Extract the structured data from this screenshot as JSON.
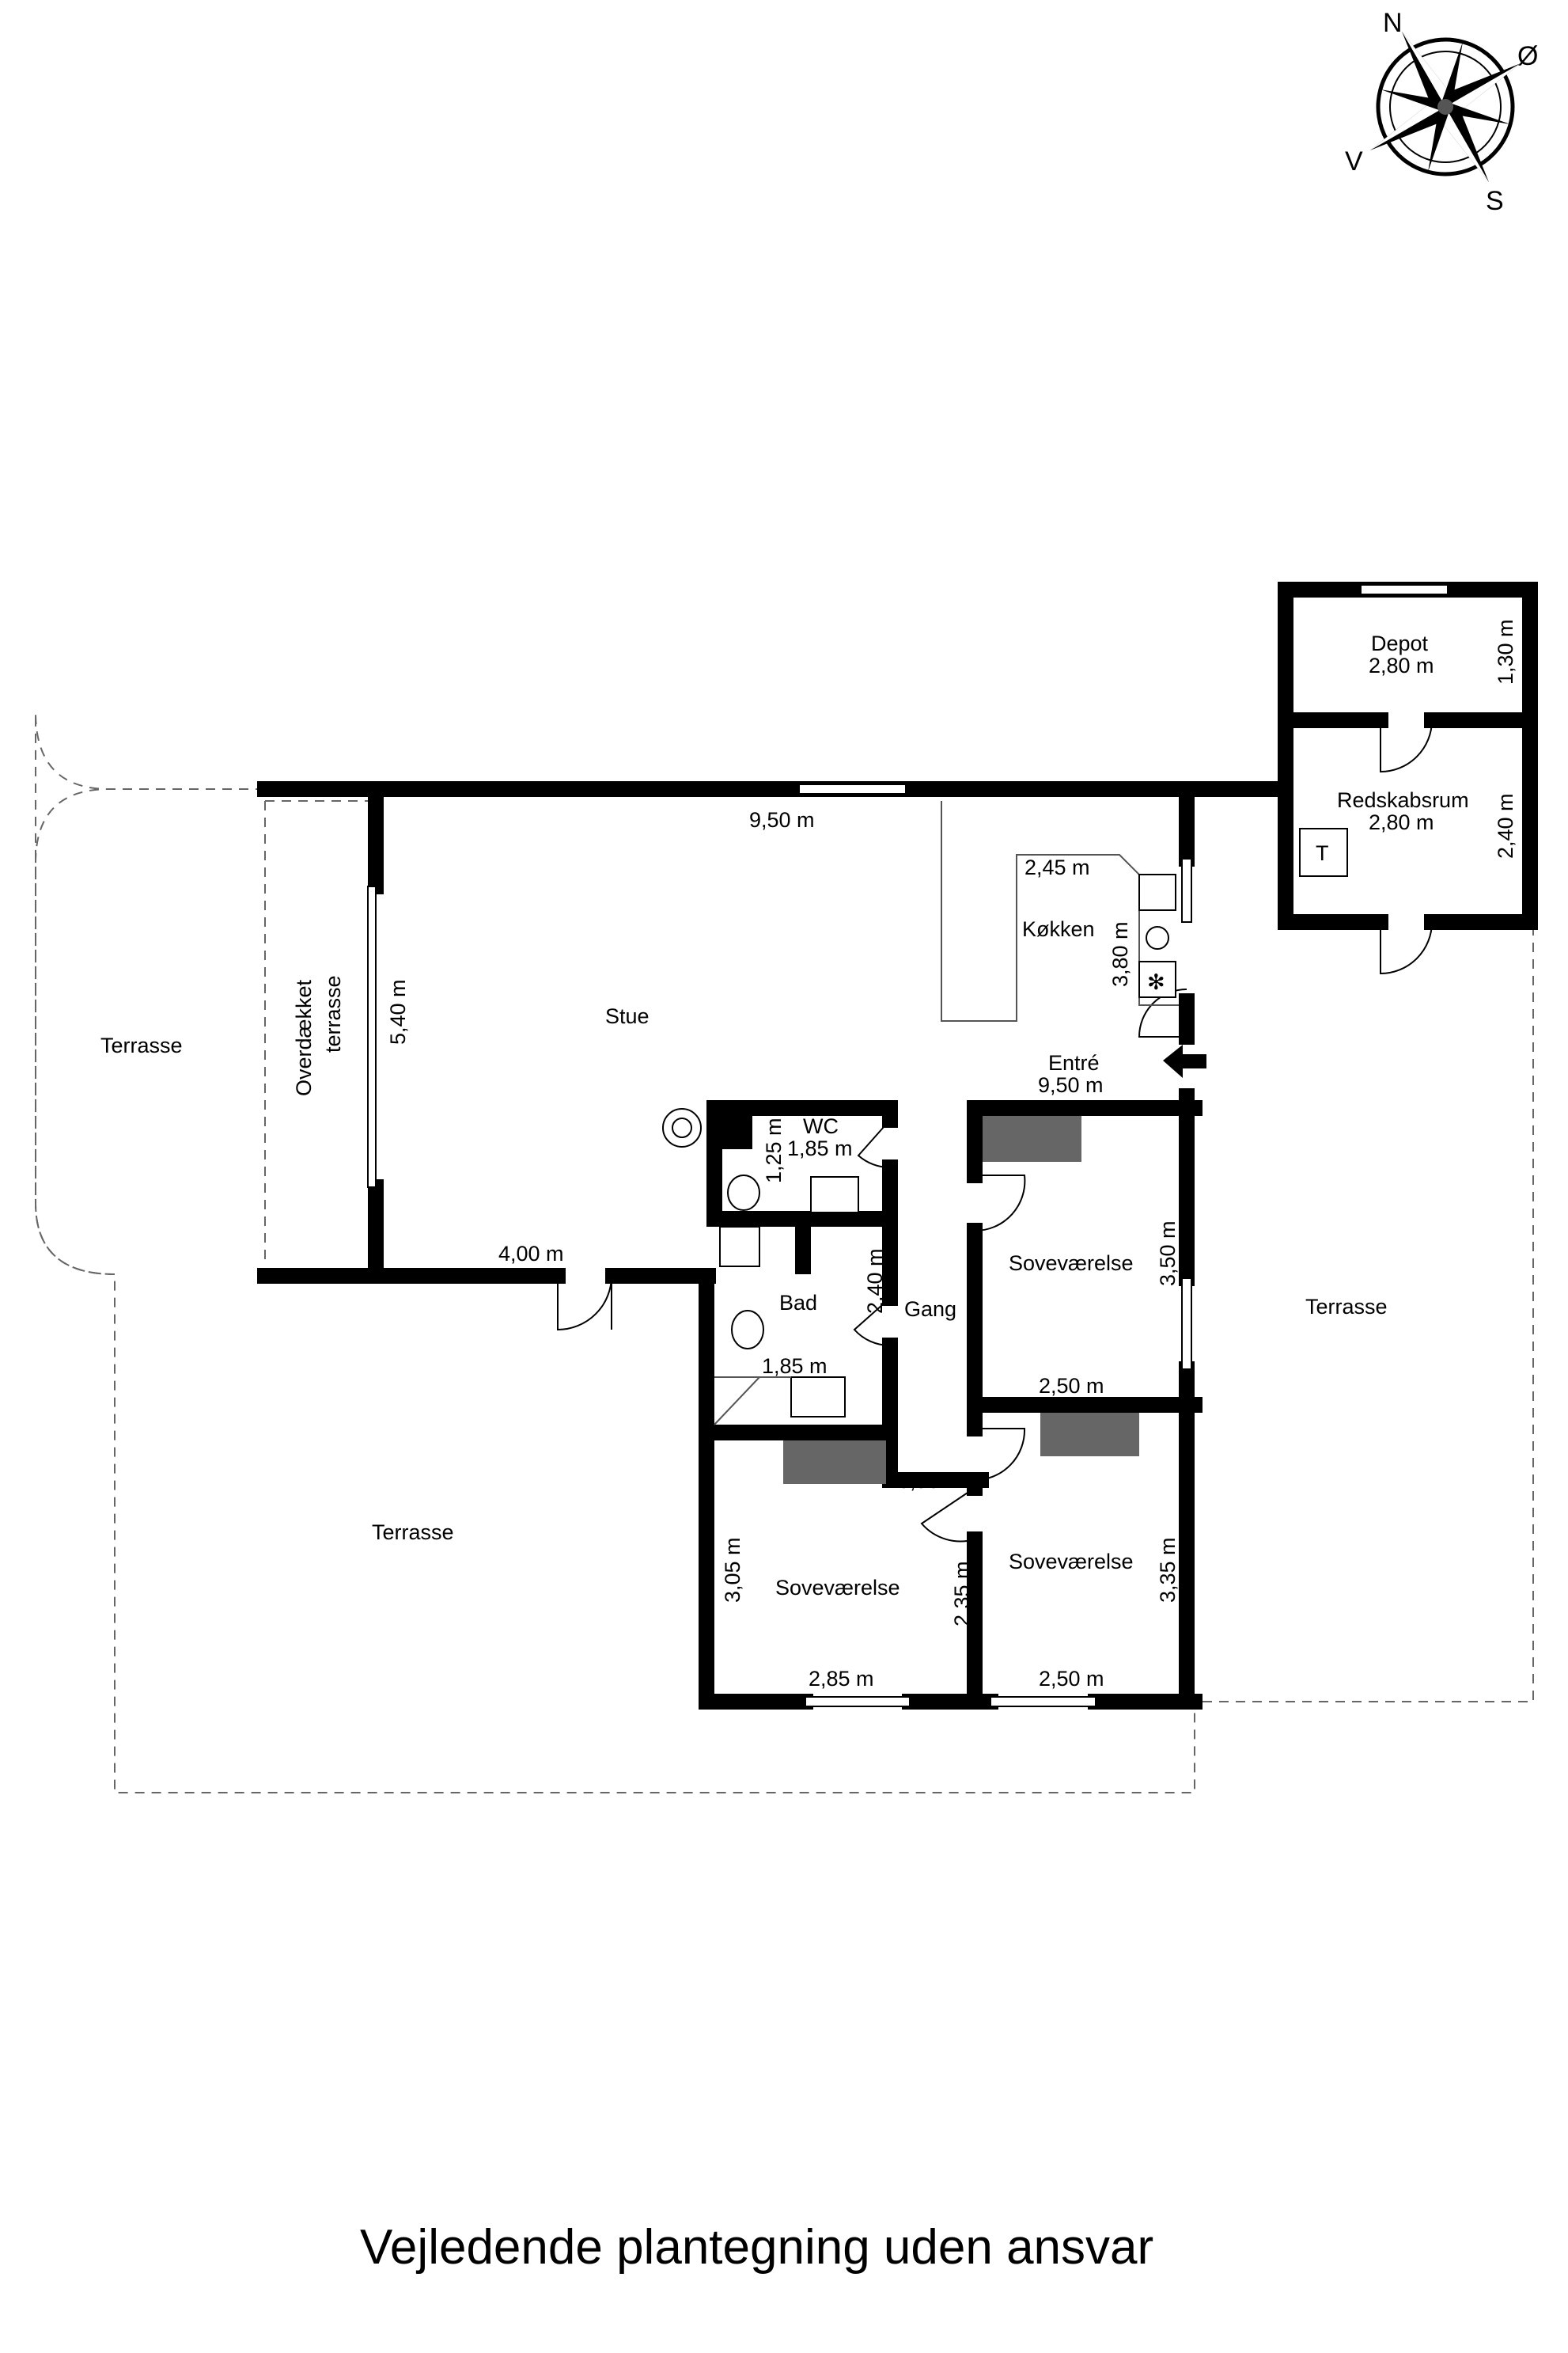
{
  "caption": "Vejledende plantegning uden ansvar",
  "compass": {
    "n": "N",
    "e": "Ø",
    "s": "S",
    "w": "V"
  },
  "rooms": {
    "depot": {
      "name": "Depot",
      "width": "2,80 m",
      "depth": "1,30 m"
    },
    "redskabsrum": {
      "name": "Redskabsrum",
      "width": "2,80 m",
      "depth": "2,40 m",
      "tank": "T"
    },
    "koekken": {
      "name": "Køkken",
      "width": "2,45 m",
      "depth": "3,80 m"
    },
    "entre": {
      "name": "Entré",
      "length": "9,50 m"
    },
    "stue": {
      "name": "Stue",
      "top_length": "9,50 m",
      "bottom_length": "4,00 m"
    },
    "overdaekket": {
      "name_line1": "Overdækket",
      "name_line2": "terrasse",
      "length": "5,40 m"
    },
    "wc": {
      "name": "WC",
      "width": "1,85 m",
      "depth": "1,25 m"
    },
    "bad": {
      "name": "Bad",
      "width": "1,85 m",
      "depth": "2,40 m"
    },
    "gang": {
      "name": "Gang",
      "width": "0,90 m",
      "depth": "2,35 m"
    },
    "sov1": {
      "name": "Soveværelse",
      "width": "2,50 m",
      "depth": "3,50 m"
    },
    "sov2": {
      "name": "Soveværelse",
      "width": "2,50 m",
      "depth": "3,35 m"
    },
    "sov3": {
      "name": "Soveværelse",
      "width": "2,85 m",
      "depth": "3,05 m"
    }
  },
  "terraces": [
    "Terrasse",
    "Terrasse",
    "Terrasse"
  ],
  "colors": {
    "wall": "#000000",
    "bed": "#666666",
    "terrace_outline": "#666666"
  }
}
